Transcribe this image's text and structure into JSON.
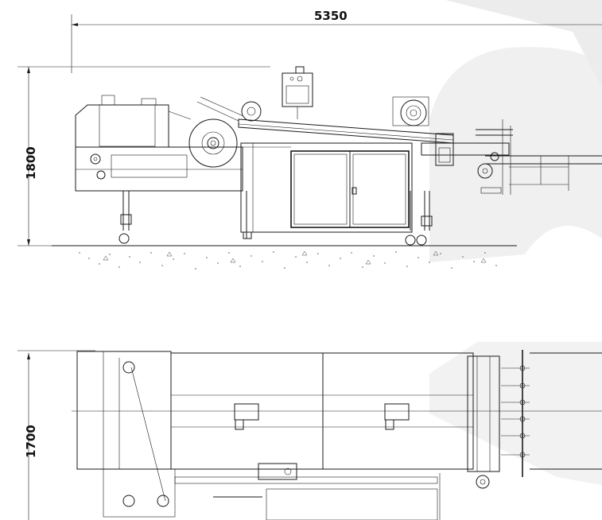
{
  "dimensions": {
    "length": "5350",
    "height": "1800",
    "width": "1700"
  },
  "colors": {
    "line": "#1a1a1a",
    "watermark": "#ececec",
    "background": "#ffffff"
  }
}
